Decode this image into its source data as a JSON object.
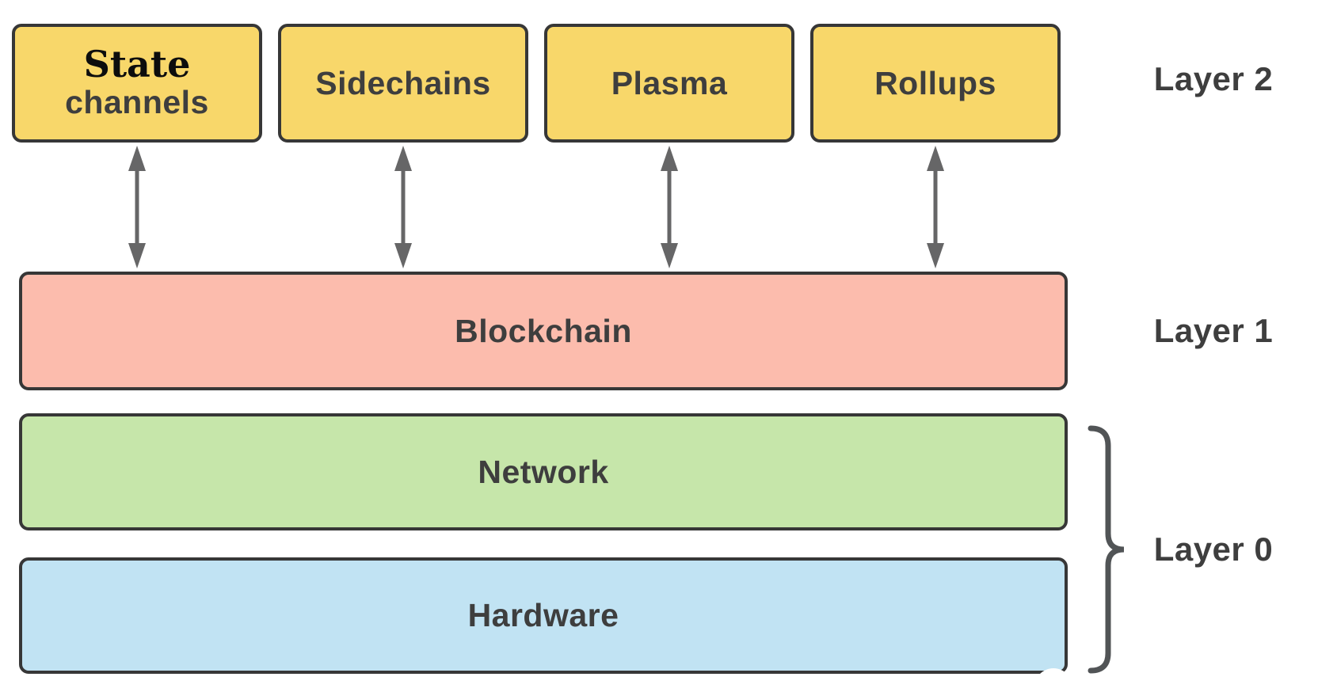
{
  "layers": [
    {
      "id": "layer2",
      "label": "Layer 2",
      "boxes": [
        {
          "line1": "State",
          "line2": "channels"
        },
        {
          "text": "Sidechains"
        },
        {
          "text": "Plasma"
        },
        {
          "text": "Rollups"
        }
      ]
    },
    {
      "id": "layer1",
      "label": "Layer 1",
      "boxes": [
        {
          "text": "Blockchain"
        }
      ]
    },
    {
      "id": "layer0",
      "label": "Layer 0",
      "boxes": [
        {
          "text": "Network"
        },
        {
          "text": "Hardware"
        }
      ]
    }
  ],
  "colors": {
    "layer2_box_fill": "#F8D76A",
    "layer1_box_fill": "#FCBCAD",
    "network_box_fill": "#C6E6AA",
    "hardware_box_fill": "#C1E3F3",
    "box_border": "#373737",
    "arrow": "#666667",
    "brace": "#515456",
    "label_text": "#3E3E3E",
    "state_text": "#0D0D0D"
  }
}
